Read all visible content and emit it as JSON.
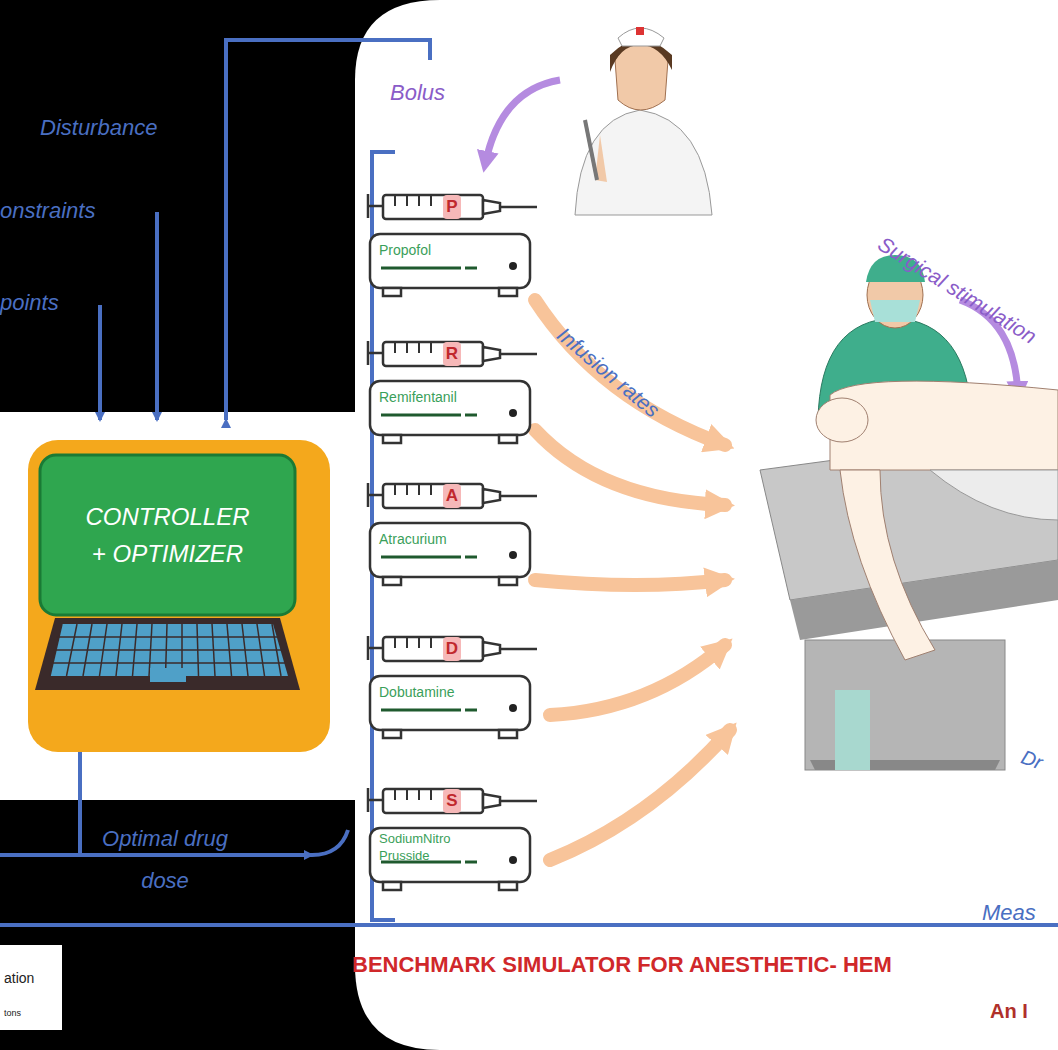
{
  "diagram": {
    "title": "BENCHMARK SIMULATOR FOR ANESTHETIC- HEM",
    "nodes": [
      {
        "text": [
          "CONTROLLER + OPTIMIZER"
        ]
      },
      {
        "text": [
          "P",
          "Propofol"
        ]
      },
      {
        "text": [
          "R",
          "Remifentanil"
        ]
      },
      {
        "text": [
          "A",
          "Atracurium"
        ]
      },
      {
        "text": [
          "D",
          "Dobutamine"
        ]
      },
      {
        "text": [
          "S",
          "SodiumNitro Prusside"
        ]
      }
    ],
    "labels": [
      "Bolus",
      "Disturbance",
      "onstraints",
      "points",
      "Infusion rates",
      "Surgical stimulation",
      "Optimal drug dose",
      "Meas",
      "Dr",
      "An I",
      "ation",
      "tons"
    ]
  }
}
